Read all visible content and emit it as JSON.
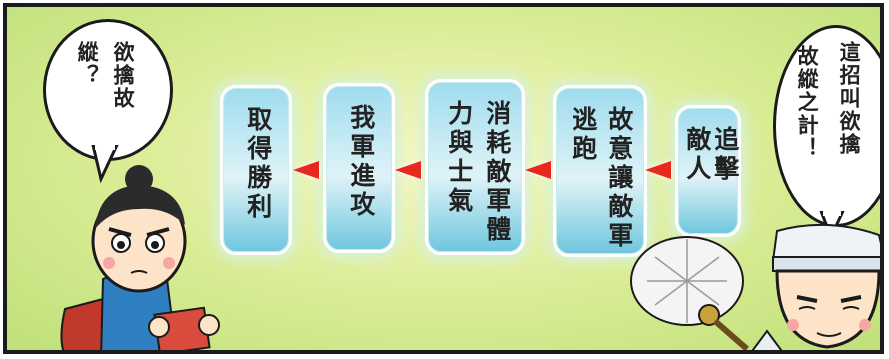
{
  "left_bubble": {
    "line1": "欲擒故",
    "line2": "縱？"
  },
  "right_bubble": {
    "line1": "這招叫欲擒",
    "line2": "故縱之計！"
  },
  "flow_steps": [
    {
      "lines": [
        "追擊",
        "敵人"
      ]
    },
    {
      "lines": [
        "故意讓敵軍",
        "逃跑"
      ]
    },
    {
      "lines": [
        "消耗敵軍體",
        "力與士氣"
      ]
    },
    {
      "lines": [
        "我軍進攻"
      ]
    },
    {
      "lines": [
        "取得勝利"
      ]
    }
  ],
  "colors": {
    "arrow": "#e8271f",
    "box_top": "#9edcee",
    "box_mid": "#dff3f7",
    "panel_bg": "#d8ec93"
  }
}
